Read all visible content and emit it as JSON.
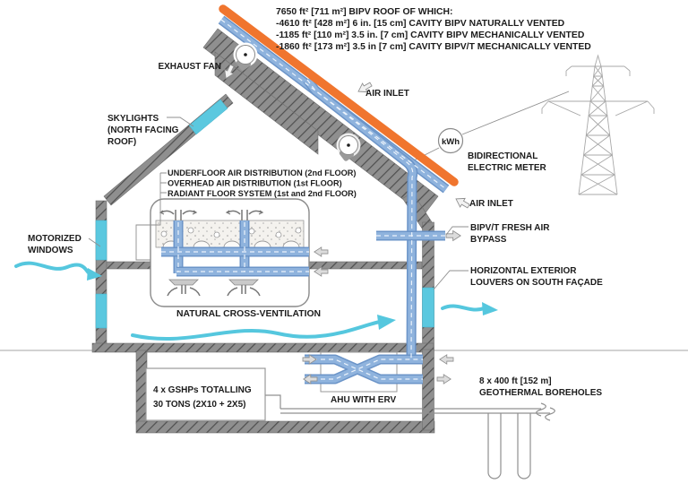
{
  "title_block": {
    "lines": [
      "7650 ft² [711 m²] BIPV ROOF OF WHICH:",
      "-4610 ft² [428 m²]  6 in. [15 cm] CAVITY BIPV NATURALLY VENTED",
      "-1185 ft² [110 m²] 3.5 in. [7 cm] CAVITY BIPV MECHANICALLY VENTED",
      "-1860 ft² [173 m²] 3.5 in [7 cm] CAVITY BIPV/T MECHANICALLY VENTED"
    ]
  },
  "labels": {
    "exhaust_fan": "EXHAUST FAN",
    "skylights": [
      "SKYLIGHTS",
      "(NORTH FACING",
      "ROOF)"
    ],
    "air_inlet_upper": "AIR INLET",
    "air_inlet_lower": "AIR INLET",
    "interior_systems": [
      "UNDERFLOOR AIR DISTRIBUTION (2nd FLOOR)",
      "OVERHEAD AIR DISTRIBUTION (1st FLOOR)",
      "RADIANT FLOOR SYSTEM (1st and 2nd FLOOR)"
    ],
    "motorized_windows": [
      "MOTORIZED",
      "WINDOWS"
    ],
    "natural_cross_ventilation": "NATURAL CROSS-VENTILATION",
    "kwh_meter": "kWh",
    "bidirectional_meter": [
      "BIDIRECTIONAL",
      "ELECTRIC METER"
    ],
    "bipvt_bypass": [
      "BIPV/T FRESH AIR",
      "BYPASS"
    ],
    "louvers": [
      "HORIZONTAL EXTERIOR",
      "LOUVERS ON SOUTH FAÇADE"
    ],
    "gshp": [
      "4 x GSHPs  TOTALLING",
      "30 TONS (2X10 + 2X5)"
    ],
    "ahu": "AHU WITH ERV",
    "geothermal": [
      "8 x 400 ft [152 m]",
      "GEOTHERMAL BOREHOLES"
    ]
  },
  "colors": {
    "bipv_orange": "#F0752E",
    "duct_blue": "#8FB3DD",
    "duct_blue_edge": "#6B94C8",
    "glazing_cyan": "#5BC8DF",
    "airflow_cyan": "#55C7DE",
    "structure_gray": "#8F8F8F",
    "hatch_dark": "#4F4F4F"
  }
}
